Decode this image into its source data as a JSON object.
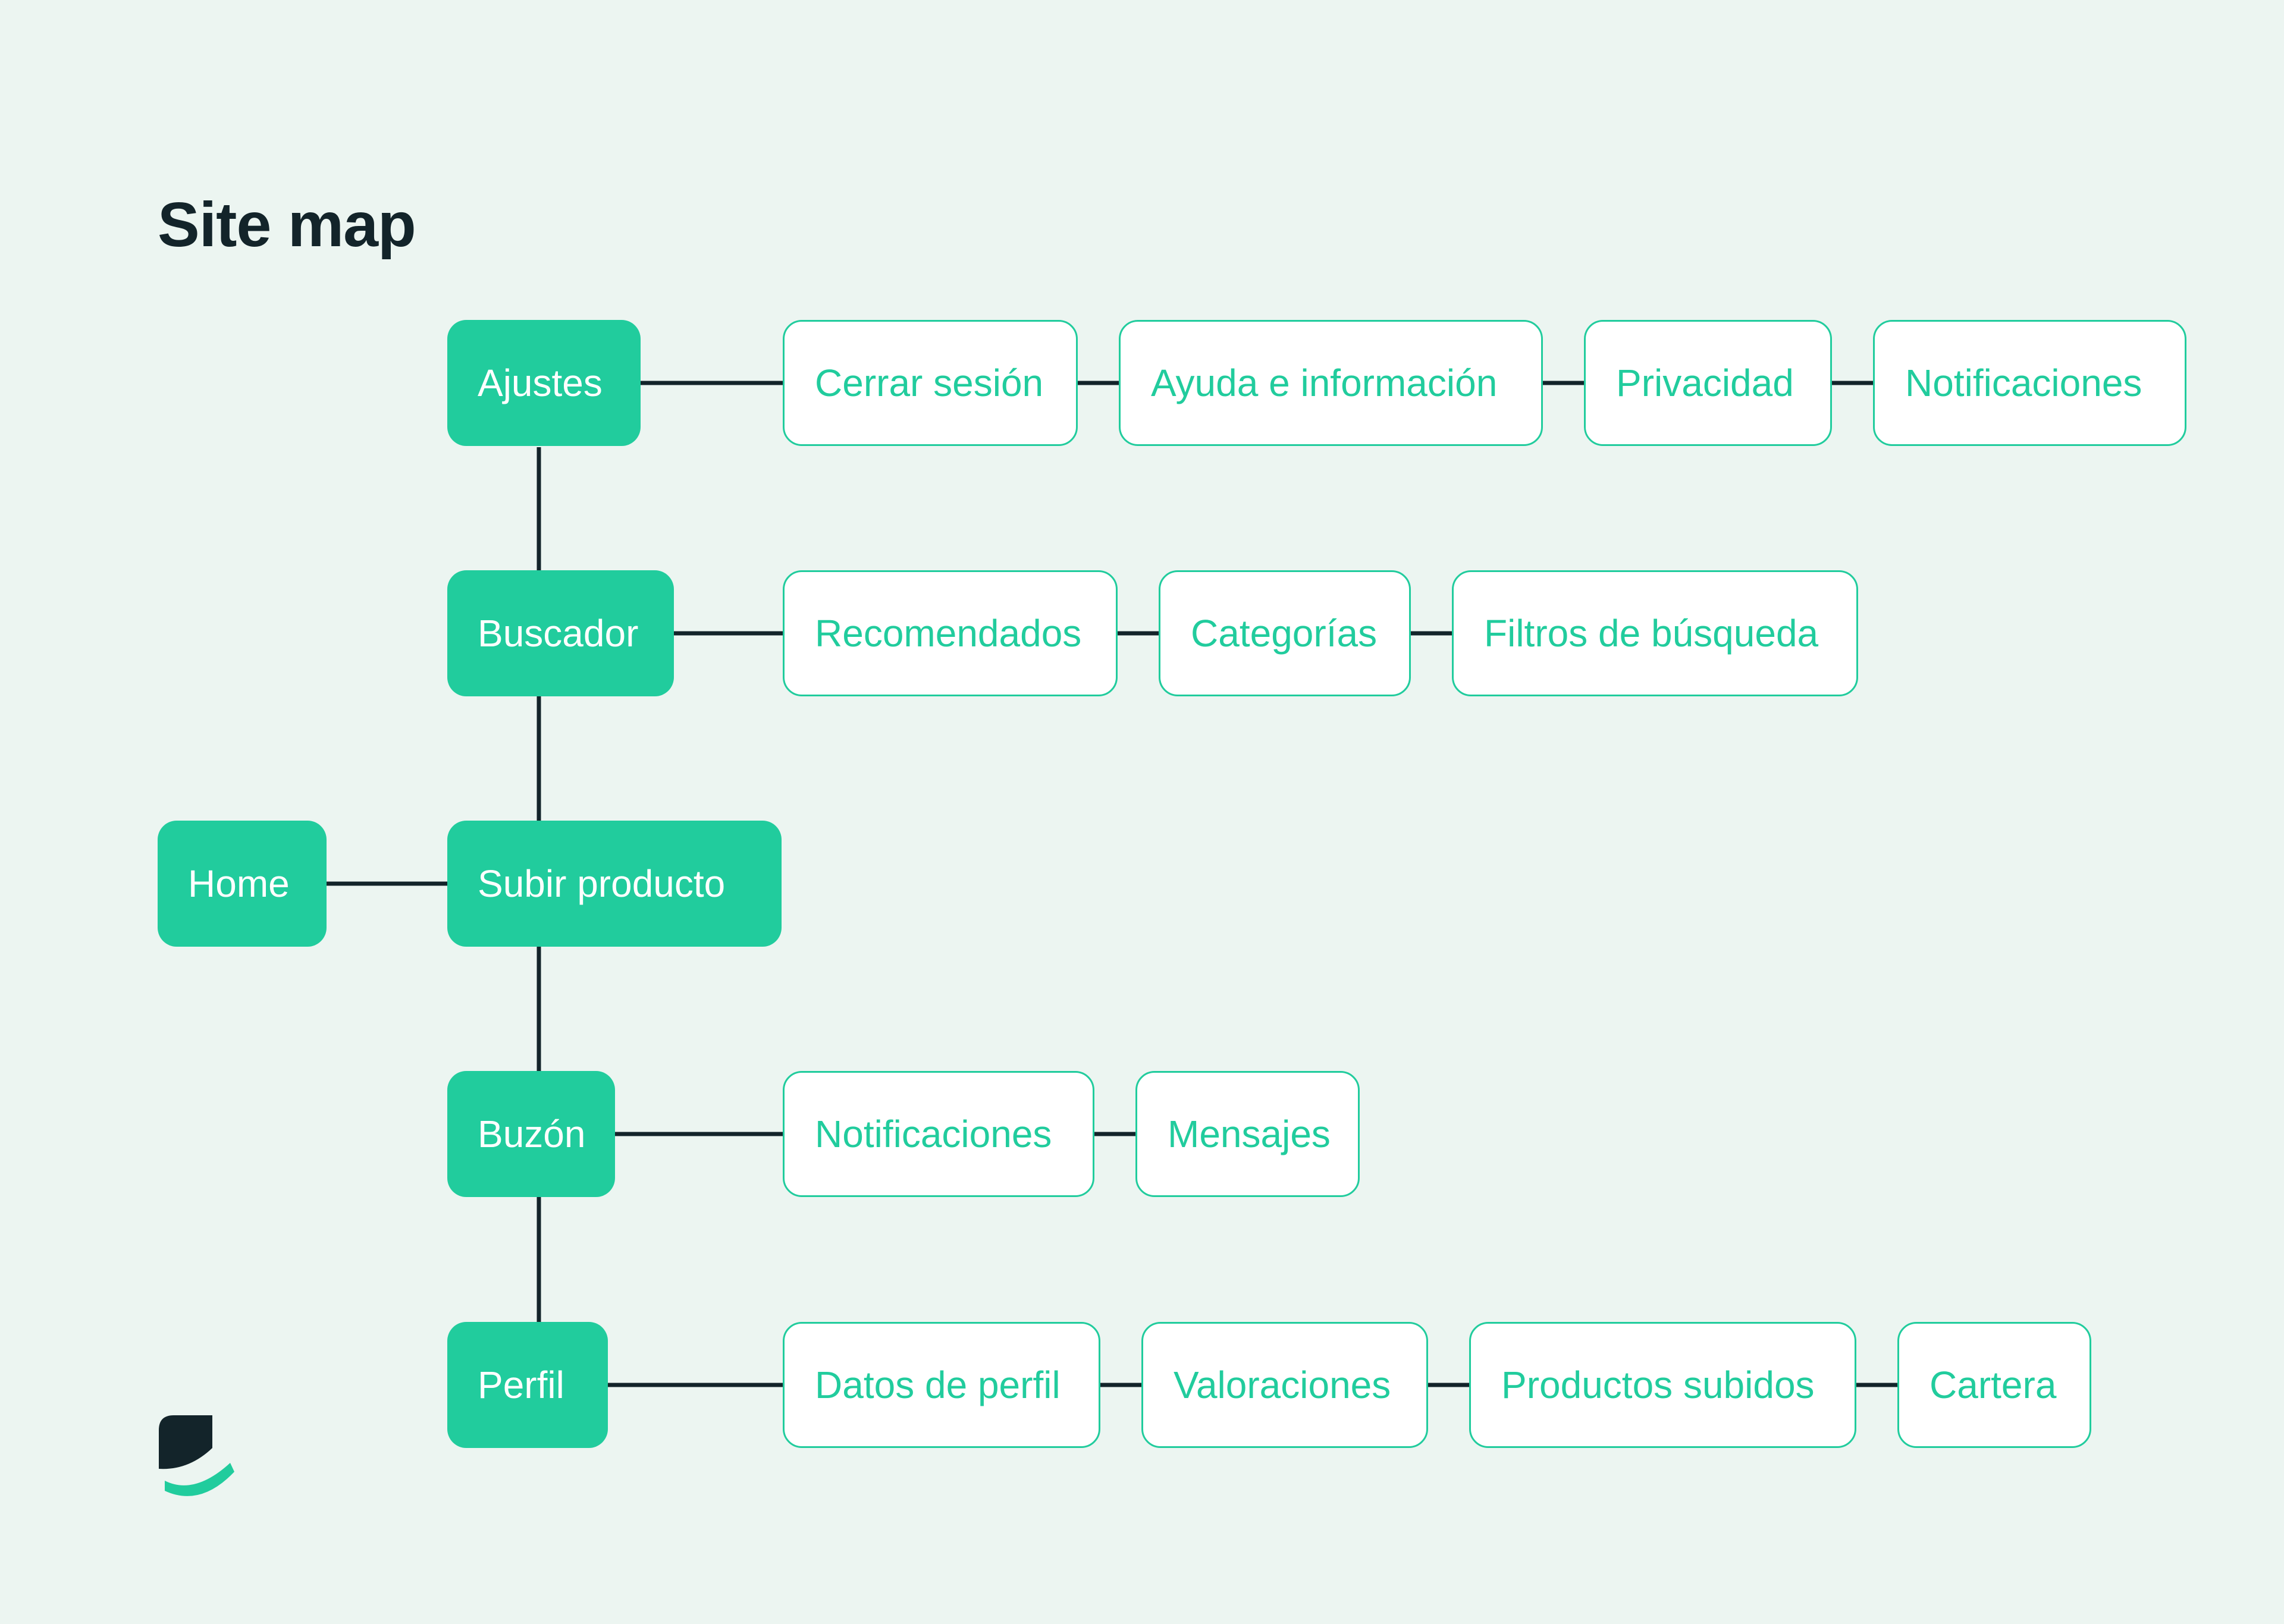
{
  "title": "Site map",
  "colors": {
    "background": "#ecf5f1",
    "accent": "#21cc9d",
    "line": "#13242a",
    "title": "#13242a"
  },
  "root": {
    "label": "Home"
  },
  "branches": [
    {
      "label": "Ajustes",
      "children": [
        "Cerrar sesión",
        "Ayuda e información",
        "Privacidad",
        "Notificaciones"
      ]
    },
    {
      "label": "Buscador",
      "children": [
        "Recomendados",
        "Categorías",
        "Filtros de búsqueda"
      ]
    },
    {
      "label": "Subir producto",
      "children": []
    },
    {
      "label": "Buzón",
      "children": [
        "Notificaciones",
        "Mensajes"
      ]
    },
    {
      "label": "Perfil",
      "children": [
        "Datos de perfil",
        "Valoraciones",
        "Productos subidos",
        "Cartera"
      ]
    }
  ],
  "logo": {
    "icon": "leaf-logo-icon"
  }
}
